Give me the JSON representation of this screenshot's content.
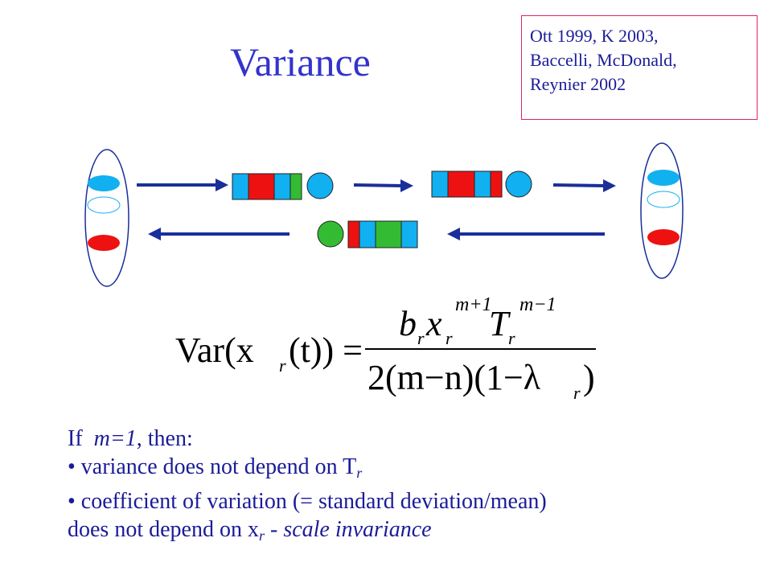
{
  "slide": {
    "title": "Variance",
    "reference_lines": [
      "Ott 1999, K 2003,",
      "Baccelli, McDonald,",
      "Reynier 2002"
    ]
  },
  "formula": {
    "lhs": "Var(x",
    "lhs_sub": "r",
    "lhs_tail": "(t)) =",
    "num_b": "b",
    "num_b_sub": "r",
    "num_x": "x",
    "num_x_sub": "r",
    "num_x_sup": "m+1",
    "num_T": "T",
    "num_T_sub": "r",
    "num_T_sup": "m−1",
    "den": "2(m−n)(1−λ",
    "den_sub": "r",
    "den_tail": ")"
  },
  "body": {
    "line1_prefix": "If",
    "line1_condition": "m=1",
    "line1_suffix": ", then:",
    "bullet1": "• variance does not depend on T",
    "bullet1_sub": "r",
    "bullet2": "• coefficient of variation (= standard deviation/mean)",
    "line4": "does not depend on x",
    "line4_sub": "r",
    "line4_dash": " - ",
    "line4_italic": "scale invariance"
  },
  "colors": {
    "title": "#3333cc",
    "text": "#1b1b99",
    "ref_border": "#e0245e",
    "cyan": "#11b0f0",
    "red": "#ee1111",
    "green": "#33bb33",
    "arrow": "#1a2f99"
  }
}
